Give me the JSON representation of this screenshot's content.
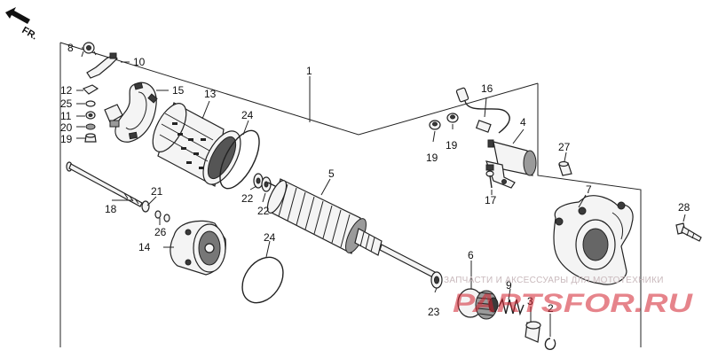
{
  "direction_label": "FR.",
  "colors": {
    "line": "#222222",
    "watermark_red": "#d21f2c",
    "watermark_gray": "#c9b9bc"
  },
  "watermark": {
    "subtitle": "ЗАПЧАСТИ И АКСЕССУАРЫ ДЛЯ МОТОТЕХНИКИ",
    "brand": "PARTSFOR.RU"
  },
  "callouts": {
    "c1": "1",
    "c2": "2",
    "c3": "3",
    "c4": "4",
    "c5": "5",
    "c6": "6",
    "c7": "7",
    "c8": "8",
    "c9": "9",
    "c10": "10",
    "c11": "11",
    "c12": "12",
    "c13": "13",
    "c14": "14",
    "c15": "15",
    "c16": "16",
    "c17": "17",
    "c18": "18",
    "c19a": "19",
    "c19b": "19",
    "c19c": "19",
    "c20": "20",
    "c21": "21",
    "c22a": "22",
    "c22b": "22",
    "c23": "23",
    "c24a": "24",
    "c24b": "24",
    "c25": "25",
    "c26": "26",
    "c27": "27",
    "c28": "28"
  }
}
